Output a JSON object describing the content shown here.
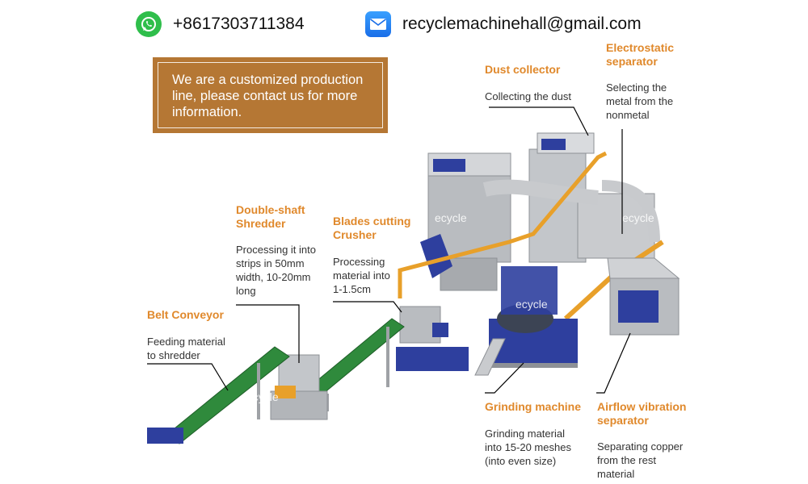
{
  "contact": {
    "phone": "+8617303711384",
    "email": "recyclemachinehall@gmail.com",
    "phone_icon": "whatsapp-icon",
    "email_icon": "envelope-icon"
  },
  "banner": {
    "text_line1": "We are a customized production",
    "text_line2": "line, please contact us for more",
    "text_line3": "information."
  },
  "stages": {
    "dust_collector": {
      "title": "Dust collector",
      "desc1": "Collecting the dust"
    },
    "electrostatic": {
      "title1": "Electrostatic",
      "title2": "separator",
      "desc1": "Selecting the",
      "desc2": "metal from the",
      "desc3": "nonmetal"
    },
    "shredder": {
      "title1": "Double-shaft",
      "title2": "Shredder",
      "desc1": "Processing it into",
      "desc2": "strips in 50mm",
      "desc3": "width, 10-20mm",
      "desc4": "long"
    },
    "crusher": {
      "title1": "Blades cutting",
      "title2": "Crusher",
      "desc1": "Processing",
      "desc2": "material into",
      "desc3": "1-1.5cm"
    },
    "conveyor": {
      "title": "Belt Conveyor",
      "desc1": "Feeding material",
      "desc2": "to shredder"
    },
    "grinding": {
      "title": "Grinding machine",
      "desc1": "Grinding material",
      "desc2": "into 15-20 meshes",
      "desc3": "(into even size)"
    },
    "airflow": {
      "title1": "Airflow vibration",
      "title2": "separator",
      "desc1": "Separating copper",
      "desc2": "from the rest",
      "desc3": "material"
    }
  },
  "watermark": "ecycle",
  "colors": {
    "label_orange": "#e0892c",
    "banner_brown": "#b57734",
    "conveyor_green": "#2f8a3c",
    "machine_blue": "#2e3f9e",
    "pipe_orange": "#e8a02a",
    "steel_gray": "#b9bcc0"
  }
}
